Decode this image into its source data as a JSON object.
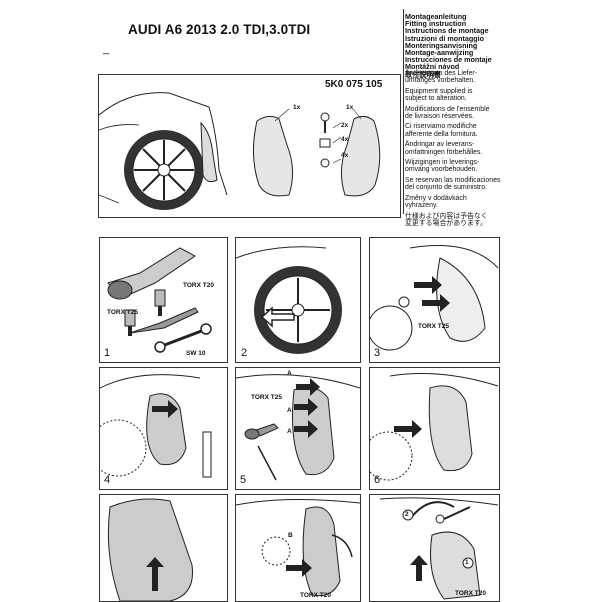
{
  "header": {
    "title": "AUDI A6 2013 2.0 TDI,3.0TDI",
    "dash": "_",
    "instruction_titles": [
      "Montageanleitung",
      "Fitting instruction",
      "Instructions de montage",
      "Istruzioni di montaggio",
      "Monteringsanvisning",
      "Montage-aanwijzing",
      "Instrucciones de montaje",
      "Montážní návod",
      "取付説明書"
    ]
  },
  "overview": {
    "part_number": "5K0 075 105",
    "callouts": [
      "1x",
      "1x",
      "2x",
      "4x",
      "4x"
    ],
    "notes": [
      [
        "Änderungen des Liefer-",
        "umfanges vorbehalten."
      ],
      [
        "Equipment supplied is",
        "subject to alteration."
      ],
      [
        "Modifications de l'ensemble",
        "de livraison réservées."
      ],
      [
        "Ci riserviamo modifiche",
        "afferente della fornitura."
      ],
      [
        "Ändringar av leverans-",
        "omfattningen förbehålles."
      ],
      [
        "Wijzigingen in leverings-",
        "omvang voorbehouden."
      ],
      [
        "Se reservan las modificaciones",
        "del conjunto de suministro."
      ],
      [
        "Změny v dodávkách",
        "vyhrazeny."
      ],
      [
        "仕様および内容は予告なく",
        "変更する場合があります。"
      ]
    ]
  },
  "steps": [
    {
      "num": "1",
      "labels": [
        "TORX T20",
        "TORX T25",
        "SW 10"
      ]
    },
    {
      "num": "2",
      "labels": []
    },
    {
      "num": "3",
      "labels": [
        "TORX T25"
      ]
    },
    {
      "num": "4",
      "labels": []
    },
    {
      "num": "5",
      "labels": [
        "A",
        "TORX T25",
        "A",
        "A"
      ]
    },
    {
      "num": "6",
      "labels": []
    },
    {
      "num": "",
      "labels": []
    },
    {
      "num": "",
      "labels": [
        "B",
        "TORX T20"
      ]
    },
    {
      "num": "",
      "labels": [
        "2",
        "1",
        "TORX T20"
      ]
    }
  ]
}
